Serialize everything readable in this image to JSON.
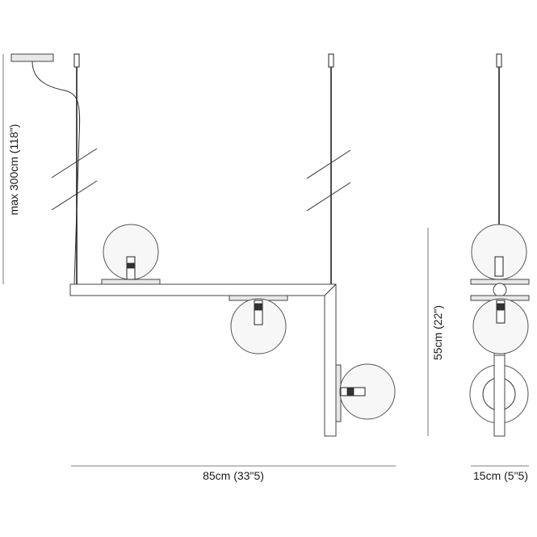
{
  "dimensions": {
    "height_max": "max 300cm (118\")",
    "width": "85cm (33\"5)",
    "height": "55cm (22\")",
    "depth": "15cm (5\"5)"
  }
}
